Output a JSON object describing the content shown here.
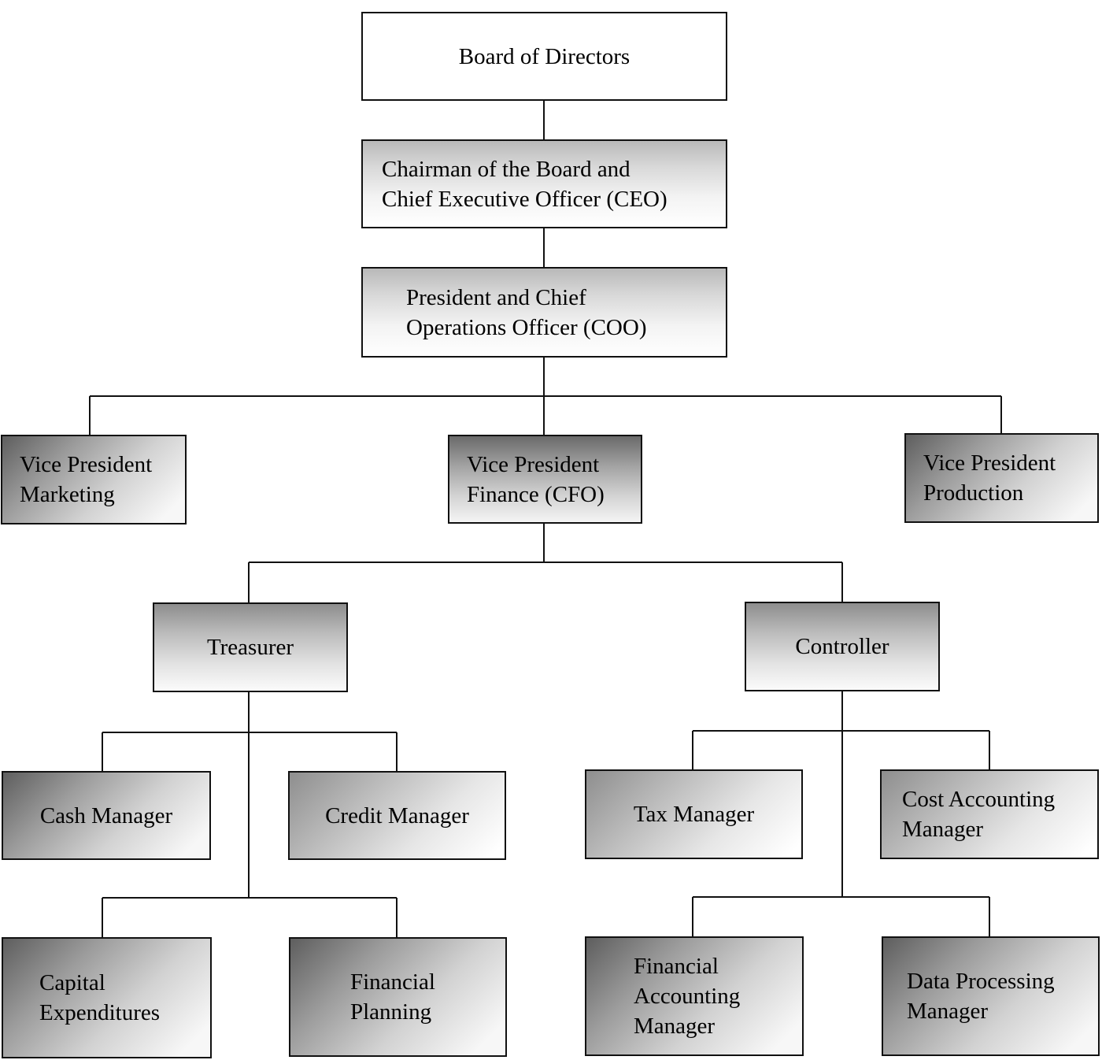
{
  "nodes": {
    "board": {
      "lines": [
        "Board of Directors"
      ]
    },
    "ceo": {
      "lines": [
        "Chairman of the Board and",
        "Chief Executive Officer (CEO)"
      ]
    },
    "coo": {
      "lines": [
        "President and Chief",
        "Operations Officer (COO)"
      ]
    },
    "vp_marketing": {
      "lines": [
        "Vice President",
        "Marketing"
      ]
    },
    "vp_finance": {
      "lines": [
        "Vice President",
        "Finance (CFO)"
      ]
    },
    "vp_production": {
      "lines": [
        "Vice President",
        "Production"
      ]
    },
    "treasurer": {
      "lines": [
        "Treasurer"
      ]
    },
    "controller": {
      "lines": [
        "Controller"
      ]
    },
    "cash_manager": {
      "lines": [
        "Cash Manager"
      ]
    },
    "credit_manager": {
      "lines": [
        "Credit Manager"
      ]
    },
    "tax_manager": {
      "lines": [
        "Tax Manager"
      ]
    },
    "cost_accounting_manager": {
      "lines": [
        "Cost Accounting",
        "Manager"
      ]
    },
    "capital_expenditures": {
      "lines": [
        "Capital",
        "Expenditures"
      ]
    },
    "financial_planning": {
      "lines": [
        "Financial",
        "Planning"
      ]
    },
    "financial_accounting_manager": {
      "lines": [
        "Financial",
        "Accounting",
        "Manager"
      ]
    },
    "data_processing_manager": {
      "lines": [
        "Data Processing",
        "Manager"
      ]
    }
  }
}
